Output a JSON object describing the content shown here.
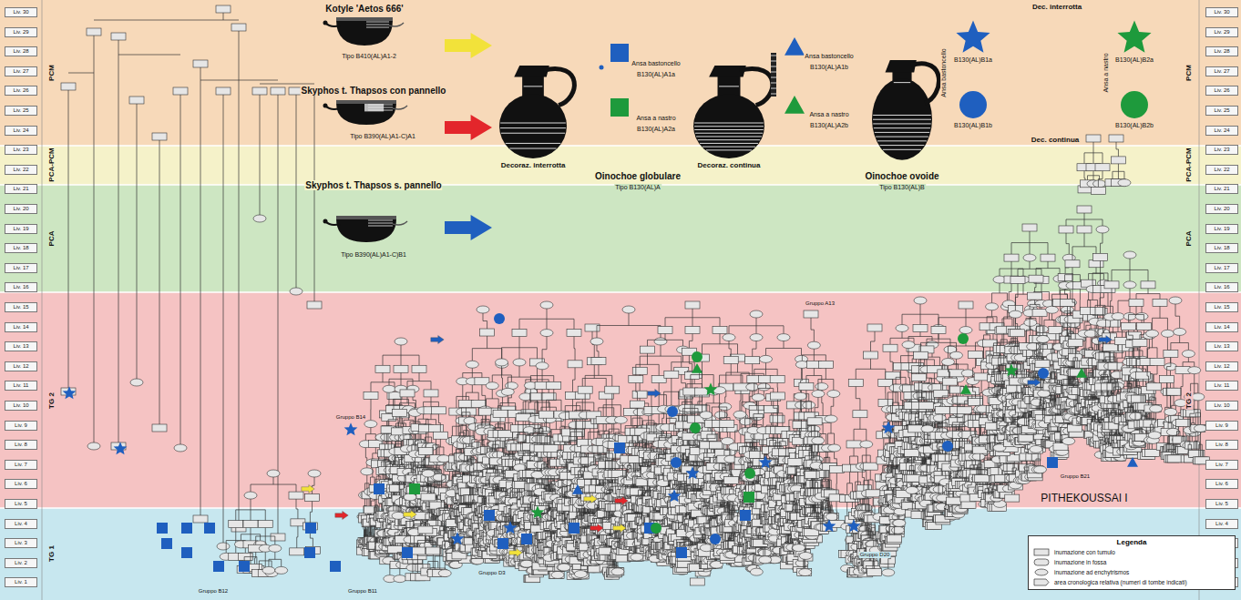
{
  "diagram": {
    "nodes": [
      {
        "text": [
          "Legenda"
        ]
      }
    ],
    "labels": [
      "Kotyle 'Aetos 666'",
      "Tipo B410(AL)A1-2",
      "Skyphos t. Thapsos con pannello",
      "Tipo B390(AL)A1-C)A1",
      "Skyphos t. Thapsos s. pannello",
      "Tipo B390(AL)A1-C)B1",
      "Oinochoe globulare",
      "Tipo B130(AL)A",
      "Oinochoe ovoide",
      "Tipo B130(AL)B",
      "Decoraz. interrotta",
      "Decoraz. continua",
      "Ansa bastoncello",
      "B130(AL)A1a",
      "Ansa a nastro",
      "B130(AL)A2a",
      "Ansa bastoncello",
      "B130(AL)A1b",
      "Ansa a nastro",
      "B130(AL)A2b",
      "Dec. interrotta",
      "Ansa bastoncello",
      "Ansa a nastro",
      "B130(AL)B1a",
      "B130(AL)B2a",
      "B130(AL)B1b",
      "B130(AL)B2b",
      "Dec. continua",
      "PITHEKOUSSAI I",
      "Gruppo B12",
      "Gruppo B11",
      "Gruppo D3",
      "Gruppo D20",
      "Gruppo B14",
      "Gruppo A13",
      "Gruppo B21",
      "PCM",
      "PCA-PCM",
      "PCA",
      "TG 2",
      "TG 1",
      "PCM",
      "PCA-PCM",
      "PCA",
      "TG 2",
      "TG 1",
      "Liv. 30",
      "Liv. 29",
      "Liv. 28",
      "Liv. 27",
      "Liv. 26",
      "Liv. 25",
      "Liv. 24",
      "Liv. 23",
      "Liv. 22",
      "Liv. 21",
      "Liv. 20",
      "Liv. 19",
      "Liv. 18",
      "Liv. 17",
      "Liv. 16",
      "Liv. 15",
      "Liv. 14",
      "Liv. 13",
      "Liv. 12",
      "Liv. 11",
      "Liv. 10",
      "Liv. 9",
      "Liv. 8",
      "Liv. 7",
      "Liv. 6",
      "Liv. 5",
      "Liv. 4",
      "Liv. 3",
      "Liv. 2",
      "Liv. 1",
      "Liv. 30",
      "Liv. 29",
      "Liv. 28",
      "Liv. 27",
      "Liv. 26",
      "Liv. 25",
      "Liv. 24",
      "Liv. 23",
      "Liv. 22",
      "Liv. 21",
      "Liv. 20",
      "Liv. 19",
      "Liv. 18",
      "Liv. 17",
      "Liv. 16",
      "Liv. 15",
      "Liv. 14",
      "Liv. 13",
      "Liv. 12",
      "Liv. 11",
      "Liv. 10",
      "Liv. 9",
      "Liv. 8",
      "Liv. 7",
      "Liv. 6",
      "Liv. 5",
      "Liv. 4",
      "Liv. 3",
      "Liv. 2",
      "Liv. 1"
    ],
    "legend": [
      {
        "text": "inumazione con tumulo"
      },
      {
        "text": "inumazione in fossa"
      },
      {
        "text": "inumazione ad enchytrismos"
      },
      {
        "text": "area cronologica relativa (numeri di tombe indicati)"
      }
    ]
  }
}
